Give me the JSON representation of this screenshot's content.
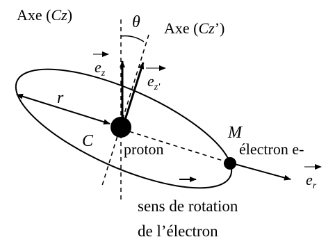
{
  "labels": {
    "axe_cz_prefix": "Axe (",
    "axe_cz_var": "Cz",
    "axe_cz_suffix": ")",
    "axe_czp_prefix": "Axe (",
    "axe_czp_var": "Cz",
    "axe_czp_suffix": "’)",
    "theta": "θ",
    "ez_base": "e",
    "ez_sub": "z",
    "ezp_base": "e",
    "ezp_sub": "z'",
    "r": "r",
    "C": "C",
    "M": "M",
    "proton": "proton",
    "electron": "électron e-",
    "er_base": "e",
    "er_sub": "r",
    "rotation_line1": "sens de rotation",
    "rotation_line2": "de l’électron"
  },
  "colors": {
    "ink": "#000000",
    "background": "#ffffff"
  }
}
